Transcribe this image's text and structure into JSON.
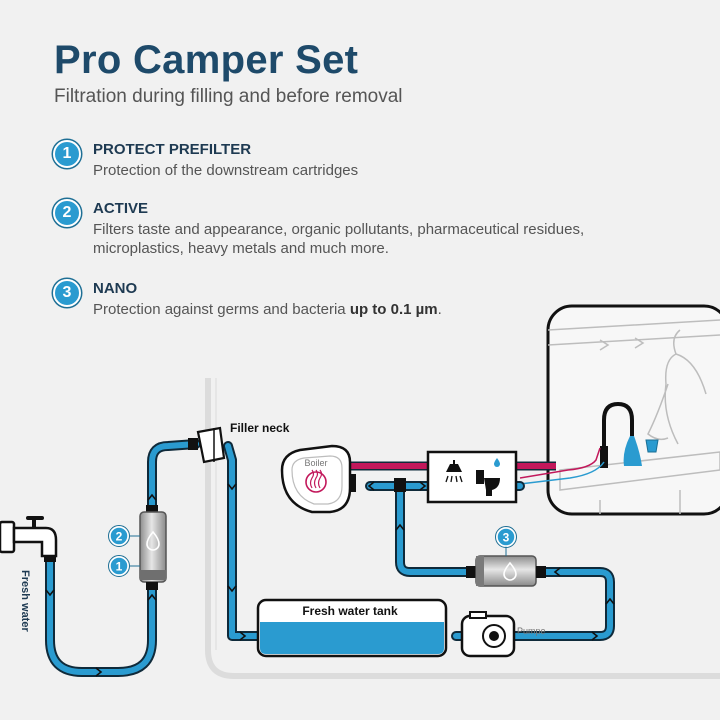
{
  "header": {
    "title": "Pro Camper Set",
    "subtitle": "Filtration during filling and before removal"
  },
  "steps": [
    {
      "number": "1",
      "title": "PROTECT PREFILTER",
      "description": "Protection of the downstream cartridges"
    },
    {
      "number": "2",
      "title": "ACTIVE",
      "description": "Filters taste and appearance, organic pollutants, pharmaceutical residues, microplastics, heavy metals and much more."
    },
    {
      "number": "3",
      "title": "NANO",
      "description_prefix": "Protection against germs and bacteria ",
      "description_bold": "up to 0.1 µm",
      "description_suffix": "."
    }
  ],
  "diagram": {
    "fresh_water_label": "Fresh water",
    "filler_neck_label": "Filler neck",
    "boiler_label": "Boiler",
    "tank_label": "Fresh water tank",
    "pump_label": "Pumpe",
    "filter_badges": [
      "1",
      "2",
      "3"
    ]
  },
  "colors": {
    "title": "#1e4a6a",
    "accent_blue": "#2a9bd0",
    "hot_pipe": "#c2185b",
    "pipe_outline": "#0f2a3a"
  }
}
